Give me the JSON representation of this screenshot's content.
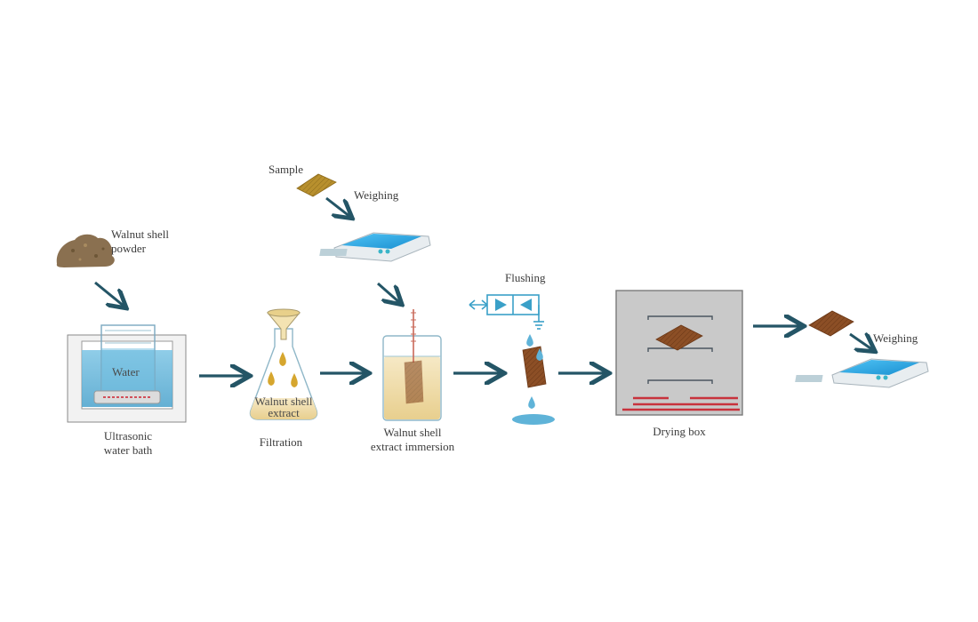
{
  "labels": {
    "walnut_powder_line1": "Walnut shell",
    "walnut_powder_line2": "powder",
    "water": "Water",
    "ultrasonic_line1": "Ultrasonic",
    "ultrasonic_line2": "water bath",
    "walnut_extract_line1": "Walnut shell",
    "walnut_extract_line2": "extract",
    "filtration": "Filtration",
    "sample": "Sample",
    "weighing_top": "Weighing",
    "immersion_line1": "Walnut shell",
    "immersion_line2": "extract immersion",
    "flushing": "Flushing",
    "drying_box": "Drying box",
    "weighing_final": "Weighing"
  },
  "colors": {
    "arrow": "#245566",
    "water": "#5fb3d8",
    "extract": "#e8c35a",
    "sample_tan": "#b58a2a",
    "sample_brown": "#8a4a22",
    "oven_gray": "#c8c8c8",
    "heater_red": "#c8323c",
    "scale_blue": "#2aa9e8"
  }
}
